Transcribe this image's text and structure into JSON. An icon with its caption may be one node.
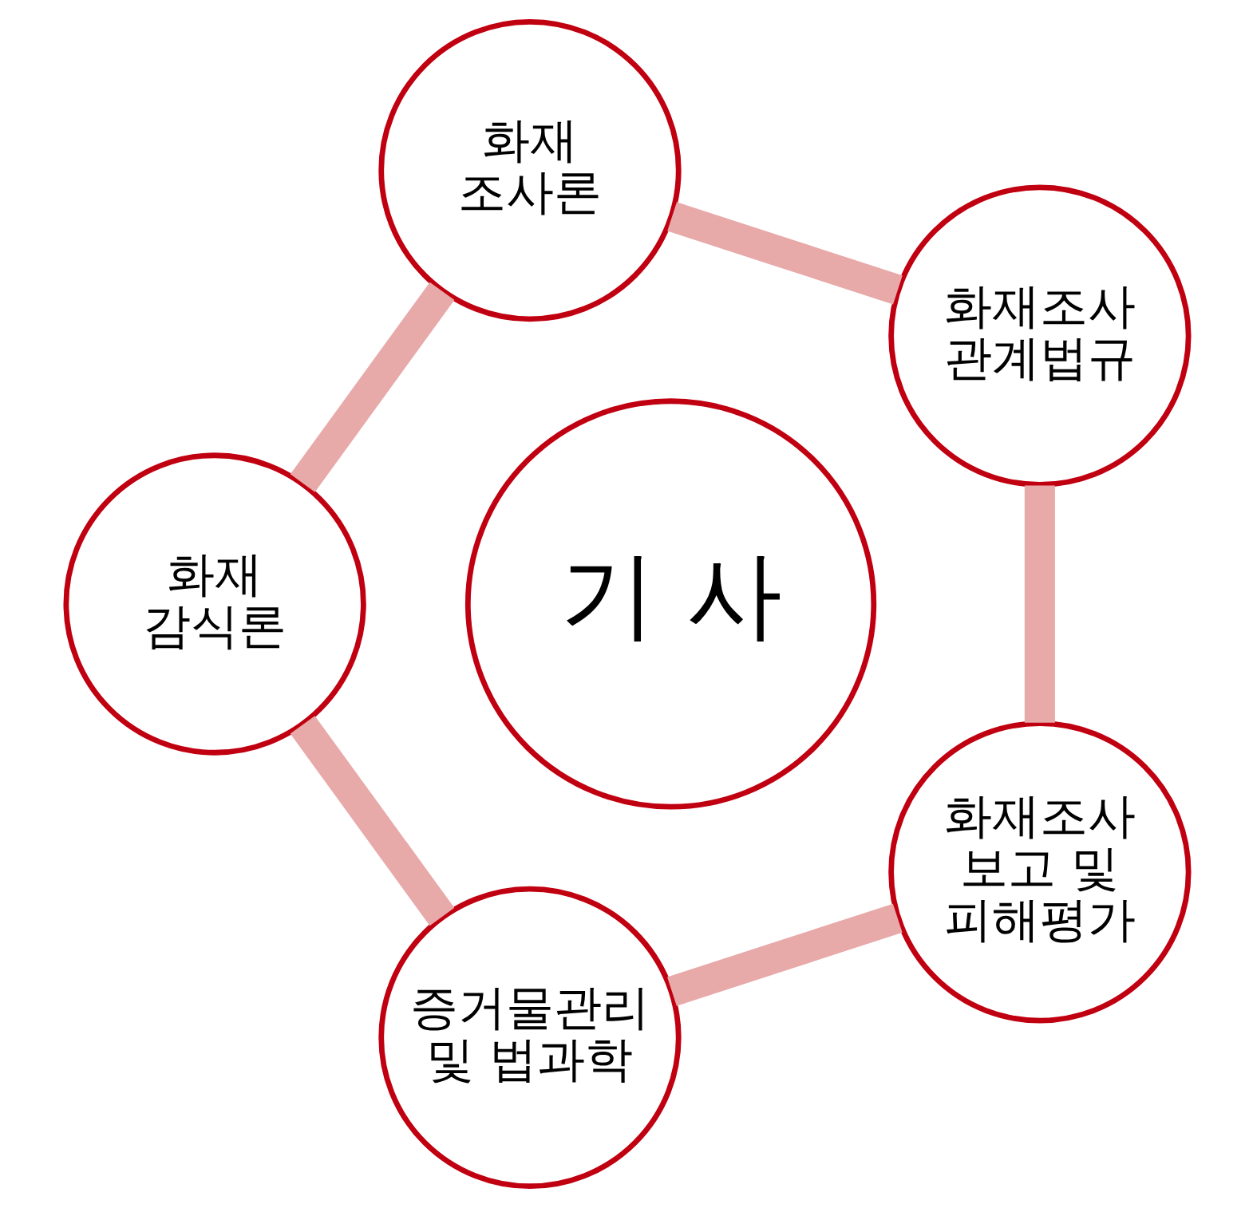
{
  "diagram": {
    "nodes": [
      {
        "text": [
          "기 사"
        ]
      },
      {
        "text": [
          "화재조사 관계법규"
        ]
      },
      {
        "text": [
          "화재 조사론"
        ]
      },
      {
        "text": [
          "화재 감식론"
        ]
      },
      {
        "text": [
          "증거물관리 및 법과학"
        ]
      },
      {
        "text": [
          "화재조사 보고 및 피해평가"
        ]
      }
    ],
    "edges": [
      {
        "from": 1,
        "to": 2,
        "arrow": "none"
      },
      {
        "from": 2,
        "to": 3,
        "arrow": "none"
      },
      {
        "from": 3,
        "to": 4,
        "arrow": "none"
      },
      {
        "from": 4,
        "to": 5,
        "arrow": "none"
      },
      {
        "from": 5,
        "to": 1,
        "arrow": "none"
      }
    ]
  }
}
